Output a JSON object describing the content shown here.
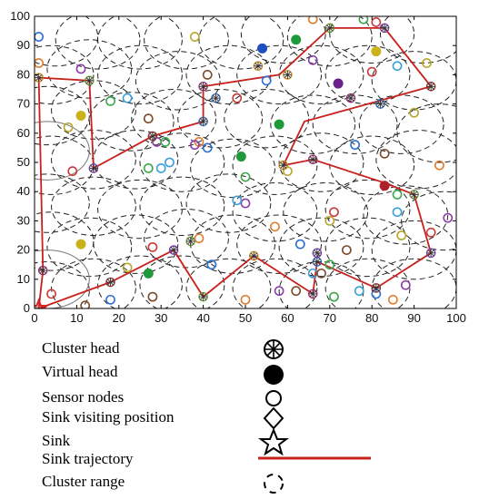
{
  "chart_data": {
    "type": "scatter",
    "xlim": [
      0,
      100
    ],
    "ylim": [
      0,
      100
    ],
    "x_ticks": [
      "0",
      "10",
      "20",
      "30",
      "40",
      "50",
      "60",
      "70",
      "80",
      "90",
      "100"
    ],
    "y_ticks": [
      "0",
      "10",
      "20",
      "30",
      "40",
      "50",
      "60",
      "70",
      "80",
      "90",
      "100"
    ],
    "grid": false,
    "legend_placement": "below",
    "legend": [
      {
        "label": "Cluster head",
        "symbol": "asterisk-circle"
      },
      {
        "label": "Virtual head",
        "symbol": "filled-circle"
      },
      {
        "label": "Sensor nodes",
        "symbol": "open-circle"
      },
      {
        "label": "Sink visiting position",
        "symbol": "diamond"
      },
      {
        "label": "Sink",
        "symbol": "star"
      },
      {
        "label": "Sink trajectory",
        "symbol": "red-line"
      },
      {
        "label": "Cluster range",
        "symbol": "dashed-circle"
      }
    ],
    "cluster_range_radius": 10,
    "sink": [
      1,
      0
    ],
    "trajectory": [
      [
        1,
        0
      ],
      [
        2,
        13
      ],
      [
        1,
        79
      ],
      [
        13,
        78
      ],
      [
        14,
        48
      ],
      [
        28,
        59
      ],
      [
        40,
        64
      ],
      [
        40,
        76
      ],
      [
        58,
        80
      ],
      [
        70,
        96
      ],
      [
        83,
        96
      ],
      [
        94,
        76
      ],
      [
        64,
        64
      ],
      [
        59,
        49
      ],
      [
        66,
        51
      ],
      [
        83,
        43
      ],
      [
        90,
        39
      ],
      [
        94,
        19
      ],
      [
        81,
        7
      ],
      [
        67,
        16
      ],
      [
        66,
        5
      ],
      [
        52,
        18
      ],
      [
        40,
        4
      ],
      [
        33,
        20
      ],
      [
        18,
        9
      ],
      [
        1,
        0
      ]
    ],
    "cluster_heads": [
      [
        2,
        13
      ],
      [
        1,
        79
      ],
      [
        13,
        78
      ],
      [
        14,
        48
      ],
      [
        28,
        59
      ],
      [
        40,
        64
      ],
      [
        40,
        76
      ],
      [
        53,
        83
      ],
      [
        70,
        96
      ],
      [
        83,
        96
      ],
      [
        94,
        76
      ],
      [
        82,
        70
      ],
      [
        66,
        51
      ],
      [
        59,
        49
      ],
      [
        90,
        39
      ],
      [
        94,
        19
      ],
      [
        81,
        7
      ],
      [
        67,
        16
      ],
      [
        66,
        5
      ],
      [
        52,
        18
      ],
      [
        40,
        4
      ],
      [
        33,
        20
      ],
      [
        18,
        9
      ],
      [
        43,
        72
      ],
      [
        75,
        72
      ],
      [
        60,
        80
      ],
      [
        37,
        23
      ],
      [
        67,
        19
      ]
    ],
    "virtual_heads": [
      [
        54,
        89
      ],
      [
        62,
        92
      ],
      [
        11,
        66
      ],
      [
        58,
        63
      ],
      [
        49,
        52
      ],
      [
        83,
        42
      ],
      [
        27,
        12
      ],
      [
        81,
        88
      ],
      [
        72,
        77
      ],
      [
        11,
        22
      ]
    ],
    "virtual_head_colors": [
      "#1f4fbf",
      "#1f9a3a",
      "#c9b21a",
      "#1f9a3a",
      "#1f9a3a",
      "#b0202a",
      "#1f9a3a",
      "#c9b21a",
      "#6a1f8a",
      "#c9b21a"
    ],
    "sensor_nodes": [
      [
        1,
        93
      ],
      [
        1,
        84
      ],
      [
        11,
        82
      ],
      [
        18,
        71
      ],
      [
        22,
        72
      ],
      [
        8,
        62
      ],
      [
        9,
        47
      ],
      [
        27,
        65
      ],
      [
        41,
        55
      ],
      [
        39,
        57
      ],
      [
        38,
        56
      ],
      [
        27,
        48
      ],
      [
        30,
        48
      ],
      [
        38,
        93
      ],
      [
        48,
        72
      ],
      [
        41,
        80
      ],
      [
        55,
        78
      ],
      [
        66,
        99
      ],
      [
        66,
        85
      ],
      [
        78,
        99
      ],
      [
        86,
        83
      ],
      [
        93,
        84
      ],
      [
        80,
        81
      ],
      [
        83,
        53
      ],
      [
        76,
        56
      ],
      [
        96,
        49
      ],
      [
        98,
        31
      ],
      [
        86,
        39
      ],
      [
        86,
        33
      ],
      [
        87,
        25
      ],
      [
        94,
        26
      ],
      [
        74,
        20
      ],
      [
        81,
        5
      ],
      [
        85,
        3
      ],
      [
        88,
        8
      ],
      [
        71,
        4
      ],
      [
        66,
        12
      ],
      [
        70,
        30
      ],
      [
        71,
        33
      ],
      [
        68,
        12
      ],
      [
        63,
        22
      ],
      [
        57,
        28
      ],
      [
        50,
        36
      ],
      [
        50,
        45
      ],
      [
        48,
        37
      ],
      [
        22,
        14
      ],
      [
        28,
        21
      ],
      [
        28,
        4
      ],
      [
        42,
        15
      ],
      [
        39,
        24
      ],
      [
        29,
        57
      ],
      [
        31,
        57
      ],
      [
        32,
        50
      ],
      [
        60,
        47
      ],
      [
        4,
        5
      ],
      [
        12,
        1
      ],
      [
        18,
        3
      ],
      [
        50,
        3
      ],
      [
        58,
        6
      ],
      [
        70,
        15
      ],
      [
        77,
        6
      ],
      [
        90,
        67
      ],
      [
        81,
        98
      ],
      [
        62,
        6
      ]
    ],
    "cluster_ranges": [
      [
        5,
        93
      ],
      [
        15,
        92
      ],
      [
        25,
        92
      ],
      [
        36,
        92
      ],
      [
        49,
        92
      ],
      [
        59,
        94
      ],
      [
        70,
        93
      ],
      [
        80,
        94
      ],
      [
        92,
        94
      ],
      [
        4,
        80
      ],
      [
        13,
        82
      ],
      [
        25,
        80
      ],
      [
        34,
        78
      ],
      [
        46,
        80
      ],
      [
        58,
        80
      ],
      [
        68,
        80
      ],
      [
        79,
        80
      ],
      [
        90,
        78
      ],
      [
        3,
        66
      ],
      [
        14,
        68
      ],
      [
        23,
        64
      ],
      [
        33,
        65
      ],
      [
        44,
        65
      ],
      [
        55,
        65
      ],
      [
        66,
        63
      ],
      [
        76,
        63
      ],
      [
        87,
        63
      ],
      [
        96,
        60
      ],
      [
        4,
        49
      ],
      [
        14,
        51
      ],
      [
        24,
        51
      ],
      [
        35,
        50
      ],
      [
        47,
        48
      ],
      [
        57,
        49
      ],
      [
        68,
        50
      ],
      [
        80,
        49
      ],
      [
        91,
        51
      ],
      [
        3,
        36
      ],
      [
        14,
        35
      ],
      [
        25,
        34
      ],
      [
        35,
        35
      ],
      [
        46,
        36
      ],
      [
        57,
        33
      ],
      [
        69,
        33
      ],
      [
        79,
        34
      ],
      [
        88,
        32
      ],
      [
        97,
        30
      ],
      [
        4,
        23
      ],
      [
        13,
        21
      ],
      [
        24,
        22
      ],
      [
        36,
        24
      ],
      [
        47,
        22
      ],
      [
        58,
        22
      ],
      [
        68,
        21
      ],
      [
        79,
        21
      ],
      [
        90,
        20
      ],
      [
        3,
        6
      ],
      [
        14,
        7
      ],
      [
        25,
        8
      ],
      [
        35,
        8
      ],
      [
        46,
        7
      ],
      [
        57,
        7
      ],
      [
        68,
        6
      ],
      [
        79,
        7
      ],
      [
        90,
        7
      ]
    ]
  }
}
